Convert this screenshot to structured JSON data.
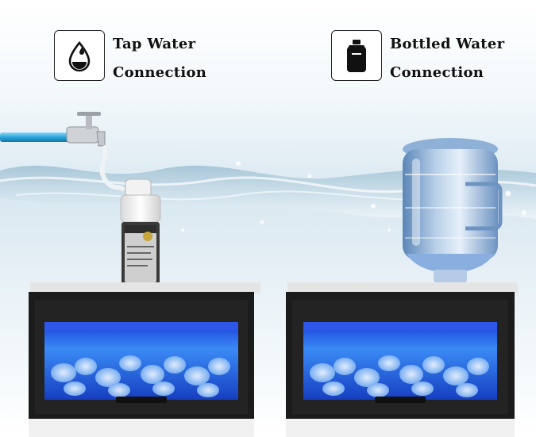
{
  "tap_water": {
    "icon": "water-drop-icon",
    "line1": "Tap Water",
    "line2": "Connection"
  },
  "bottled_water": {
    "icon": "water-bottle-icon",
    "line1": "Bottled Water",
    "line2": "Connection"
  },
  "colors": {
    "hose": "#2aa6dd",
    "ice_glow": "#2f6ff0",
    "machine_body": "#1b1b1b",
    "water": "#cfe2ee"
  }
}
